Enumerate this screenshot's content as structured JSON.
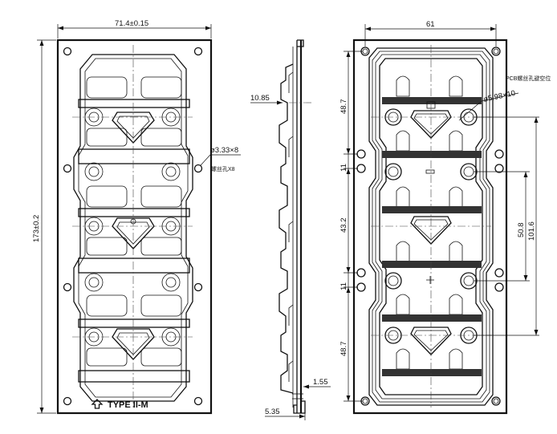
{
  "front_view": {
    "width_dim": "71.4±0.15",
    "height_dim": "173±0.2",
    "hole_callout": "ø3.33×8",
    "hole_note": "螺丝孔X8",
    "type_label": "TYPE II-M"
  },
  "side_view": {
    "height_dim": "10.85",
    "step_dim": "1.55",
    "base_dim": "5.35"
  },
  "back_view": {
    "width_dim": "61",
    "pcb_note": "PCB螺丝孔避空位",
    "pcb_hole_callout": "ø5.98×10",
    "seg_top": "48.7",
    "seg_gap1": "11",
    "seg_mid": "43.2",
    "seg_gap2": "11",
    "seg_bottom": "48.7",
    "pitch_dim": "50.8",
    "total_dim": "101.6"
  },
  "icons": {
    "arrow": "up-arrow-icon"
  }
}
